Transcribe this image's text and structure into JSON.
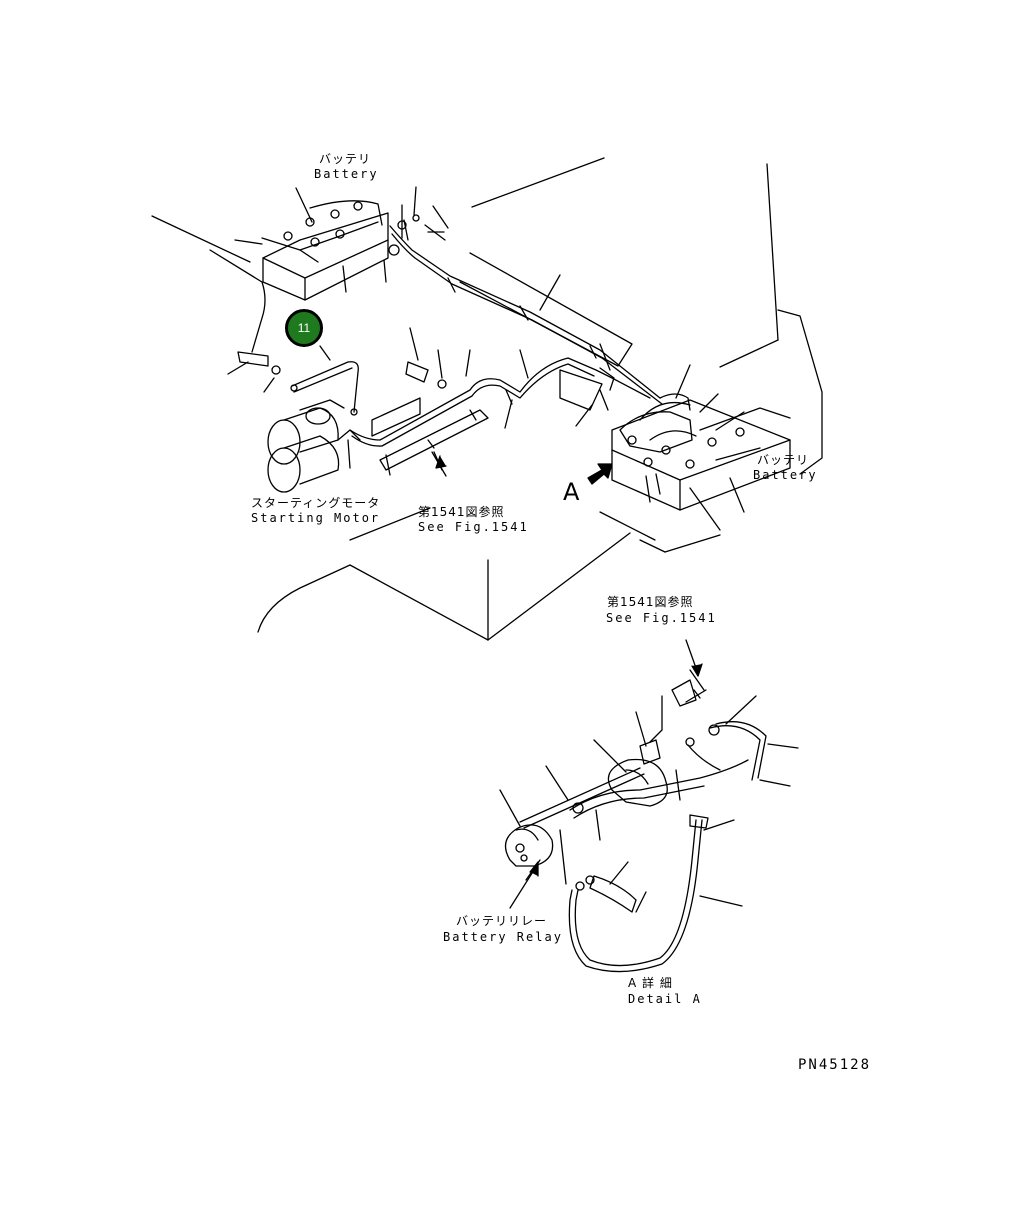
{
  "labels": {
    "battery_top_jp": "バッテリ",
    "battery_top_en": "Battery",
    "battery_right_jp": "バッテリ",
    "battery_right_en": "Battery",
    "starting_motor_jp": "スターティングモータ",
    "starting_motor_en": "Starting Motor",
    "see_fig_center_jp": "第1541図参照",
    "see_fig_center_en": "See Fig.1541",
    "see_fig_detail_jp": "第1541図参照",
    "see_fig_detail_en": "See Fig.1541",
    "view_a": "A",
    "battery_relay_jp": "バッテリリレー",
    "battery_relay_en": "Battery Relay",
    "detail_a_jp": "A 詳 細",
    "detail_a_en": "Detail A",
    "part_number": "PN45128"
  },
  "callout": {
    "number": "11",
    "color": "#1f7a1f"
  }
}
